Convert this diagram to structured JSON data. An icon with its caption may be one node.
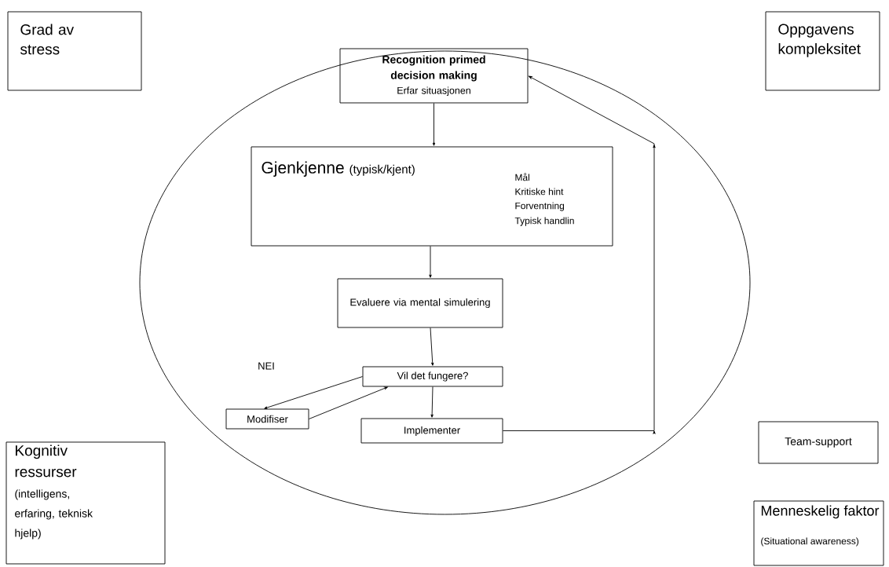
{
  "diagram": {
    "nodes": [
      {
        "text": [
          "Grad av stress"
        ]
      },
      {
        "text": [
          "Oppgavens kompleksitet"
        ]
      },
      {
        "text": [],
        "shape": "ellipse"
      },
      {
        "text": [
          "Recognition primed decision making",
          "Erfar situasjonen"
        ],
        "in": 2
      },
      {
        "text": [
          "Gjenkjenne",
          "(typisk/kjent)",
          "Mål",
          "Kritiske hint",
          "Forventning",
          "Typisk handlin"
        ],
        "in": 2
      },
      {
        "text": [
          "Evaluere via mental simulering"
        ],
        "in": 2
      },
      {
        "text": [
          "Vil det fungere?"
        ],
        "in": 2
      },
      {
        "text": [
          "Modifiser"
        ],
        "in": 2
      },
      {
        "text": [
          "Implementer"
        ],
        "in": 2
      },
      {
        "text": [
          "Team-support"
        ]
      },
      {
        "text": [
          "Kognitiv ressurser",
          "(intelligens, erfaring, teknisk hjelp)"
        ]
      },
      {
        "text": [
          "Menneskelig faktor",
          "(Situational awareness)"
        ]
      }
    ],
    "edges": [
      {
        "from": 3,
        "to": 4,
        "arrow": "to"
      },
      {
        "from": 4,
        "to": 5,
        "arrow": "to"
      },
      {
        "from": 5,
        "to": 6,
        "arrow": "to"
      },
      {
        "from": 6,
        "to": 7,
        "arrow": "to"
      },
      {
        "from": 7,
        "to": 6,
        "arrow": "to"
      },
      {
        "from": 6,
        "to": 8,
        "arrow": "to"
      },
      {
        "from": 8,
        "to": 3,
        "arrow": "to"
      }
    ],
    "labels": [
      "NEI"
    ]
  }
}
